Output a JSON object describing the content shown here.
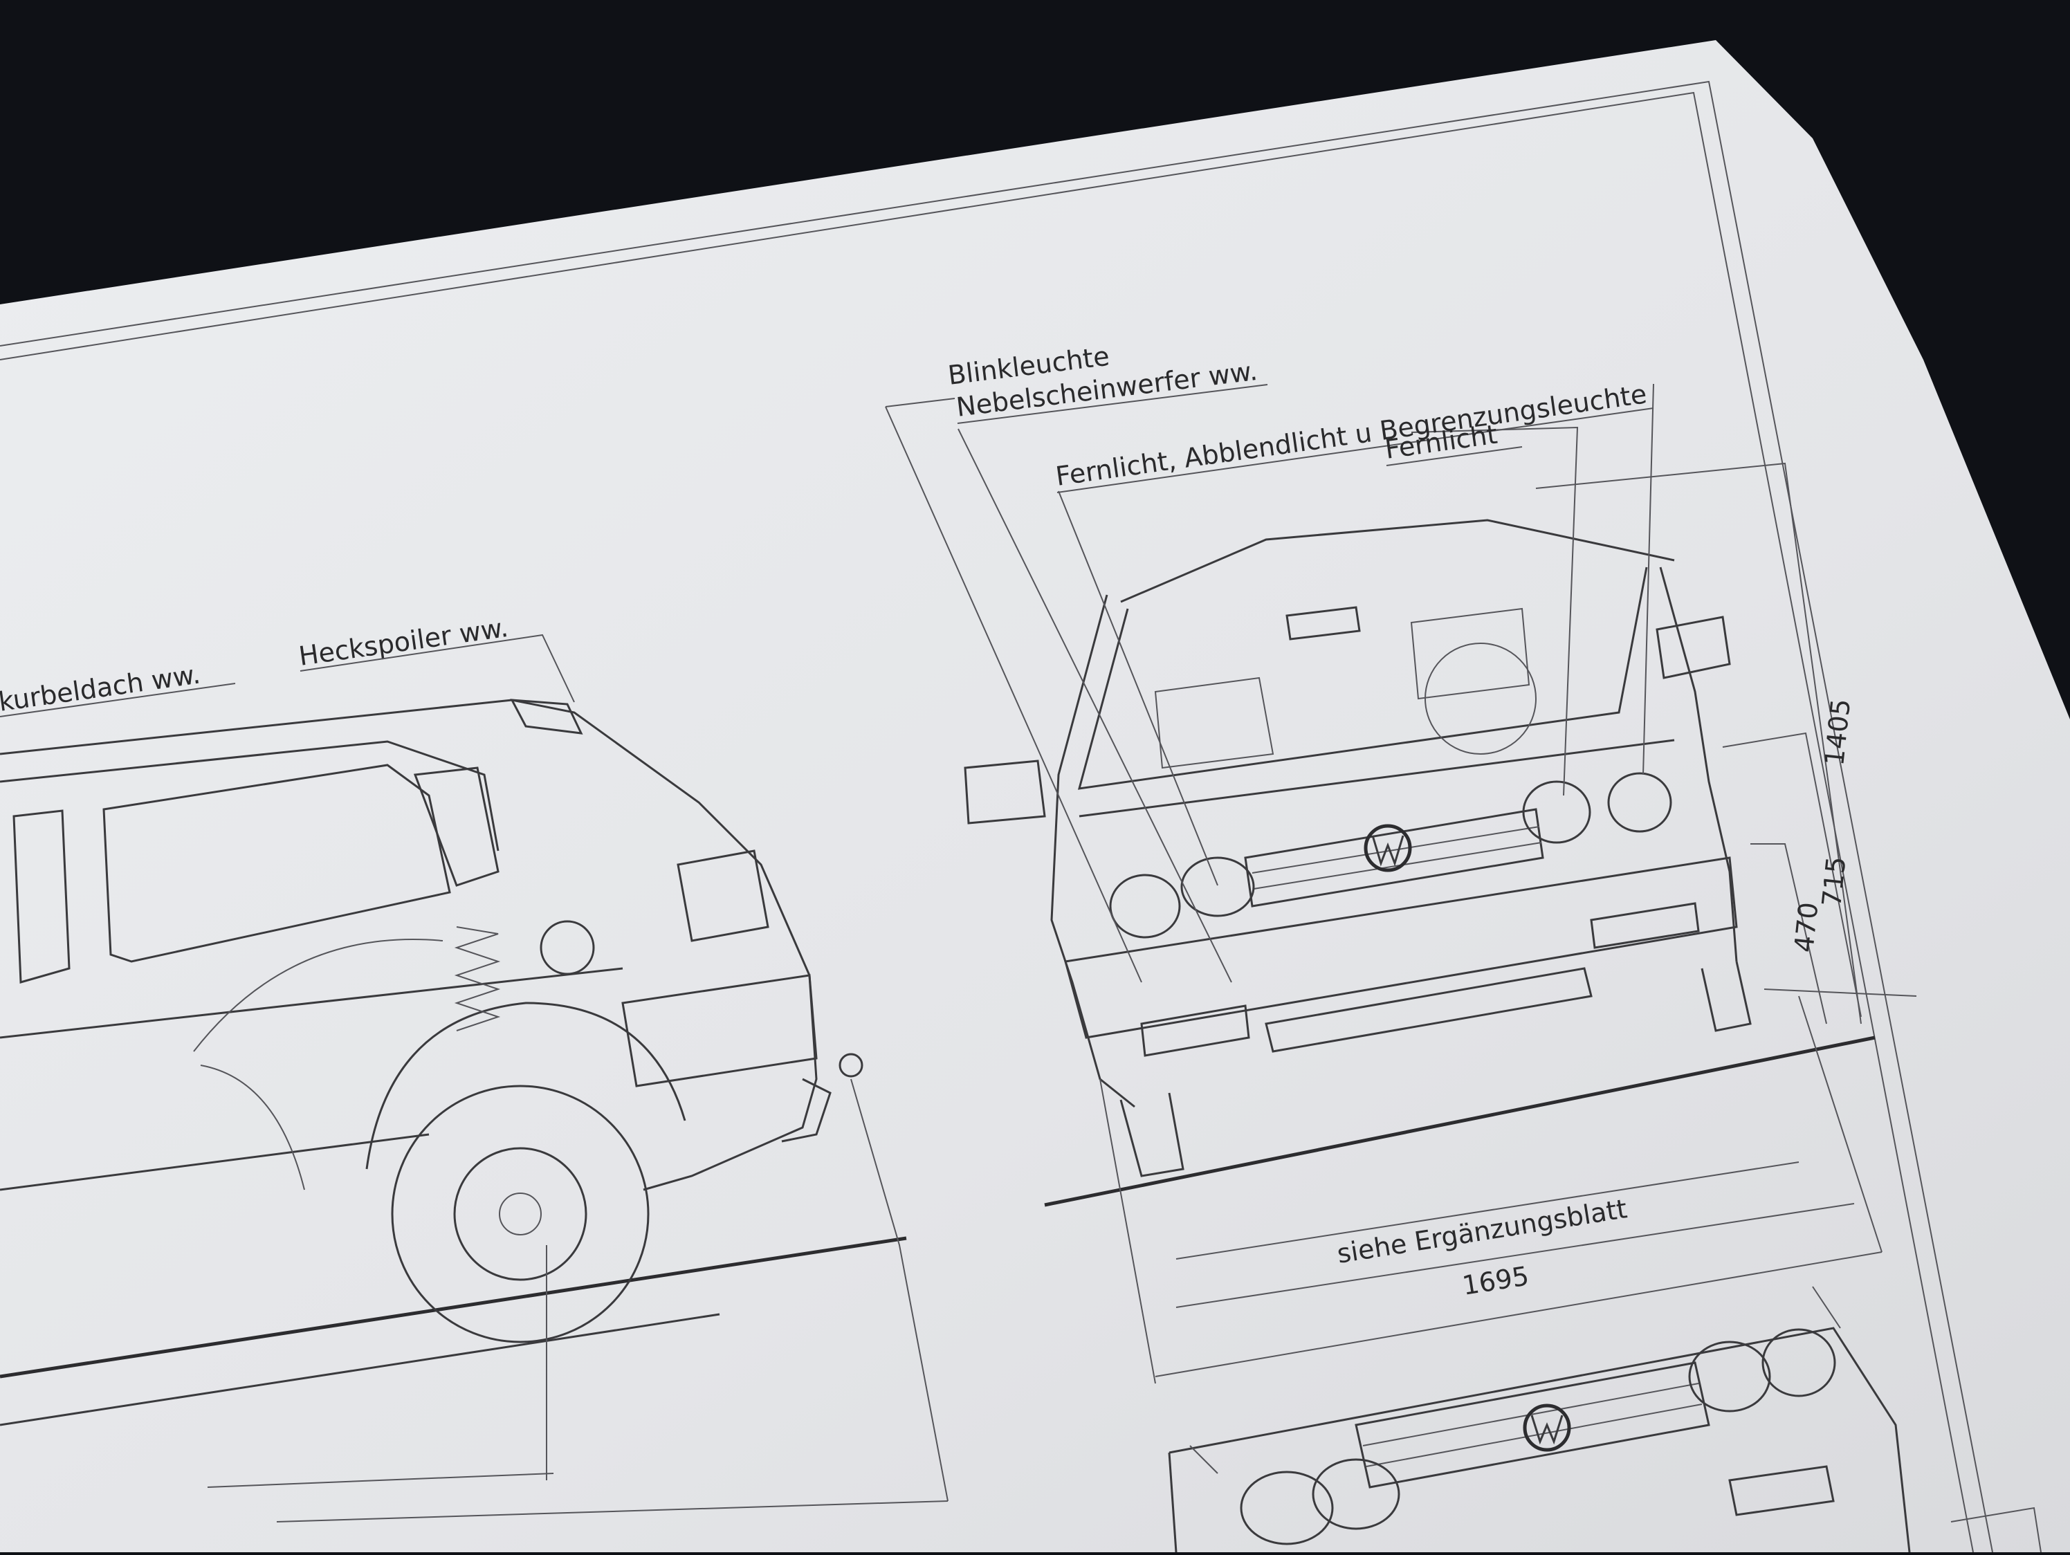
{
  "labels": {
    "kurbeldach": "kurbeldach ww.",
    "heckspoiler": "Heckspoiler ww.",
    "blinkleuchte": "Blinkleuchte",
    "nebelscheinwerfer": "Nebelscheinwerfer ww.",
    "fernlicht_abblend": "Fernlicht, Abblendlicht u Begrenzungsleuchte",
    "fernlicht": "Fernlicht",
    "siehe": "siehe  Ergänzungsblatt"
  },
  "dimensions": {
    "width": "1695",
    "height_total": "1405",
    "height_715": "715",
    "height_470": "470"
  },
  "colors": {
    "background": "#0f1116",
    "paper": "#e6e7e9",
    "ink": "#3a3a3d"
  },
  "icons": [
    "vw-logo-icon"
  ]
}
